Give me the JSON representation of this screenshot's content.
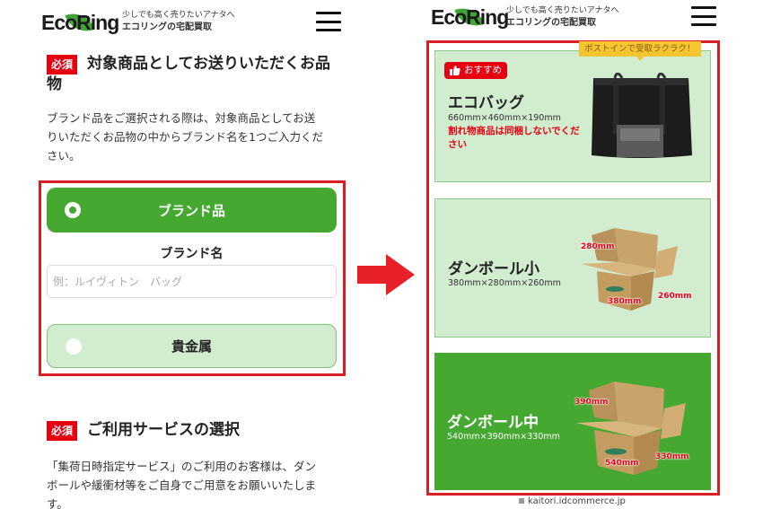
{
  "left": {
    "header": {
      "logo": "EcoRing",
      "tagline_top": "少しでも高く売りたいアナタへ",
      "tagline_bottom": "エコリングの宅配買取"
    },
    "section1": {
      "required_badge": "必須",
      "title_line1": "対象商品としてお送りいただくお品",
      "title_line2": "物",
      "paragraph_lines": [
        "ブランド品をご選択される際は、対象商品としてお送",
        "りいただくお品物の中からブランド名を1つご入力くだ",
        "さい。"
      ],
      "options": [
        {
          "label": "ブランド品",
          "selected": true
        },
        {
          "label": "貴金属",
          "selected": false
        }
      ],
      "brand_field_label": "ブランド名",
      "brand_field_placeholder": "例：ルイヴィトン　バッグ",
      "brand_field_value": ""
    },
    "section2": {
      "required_badge": "必須",
      "title": "ご利用サービスの選択",
      "paragraph_lines": [
        "「集荷日時指定サービス」のご利用のお客様は、ダン",
        "ボールや緩衝材等をご自身でご用意をお願いいたしま",
        "す。"
      ]
    }
  },
  "right": {
    "header": {
      "logo": "EcoRing",
      "tagline_top": "少しでも高く売りたいアナタへ",
      "tagline_bottom": "エコリングの宅配買取"
    },
    "ribbon": "ポストインで受取ラクラク！",
    "cards": [
      {
        "badge": "おすすめ",
        "title": "エコバッグ",
        "dimensions": "660mm×460mm×190mm",
        "warning": "割れ物商品は同梱しないでください",
        "selected": false
      },
      {
        "title": "ダンボール小",
        "dimensions": "380mm×280mm×260mm",
        "box_labels": {
          "depth": "280mm",
          "width": "380mm",
          "height": "260mm"
        },
        "selected": false
      },
      {
        "title": "ダンボール中",
        "dimensions": "540mm×390mm×330mm",
        "box_labels": {
          "depth": "390mm",
          "width": "540mm",
          "height": "330mm"
        },
        "selected": true
      }
    ],
    "url": "kaitori.idcommerce.jp"
  },
  "colors": {
    "accent_green": "#45a830",
    "light_green": "#d2ecd0",
    "highlight_red": "#d81f26",
    "badge_red": "#e60012",
    "ribbon_yellow": "#f7c531"
  }
}
